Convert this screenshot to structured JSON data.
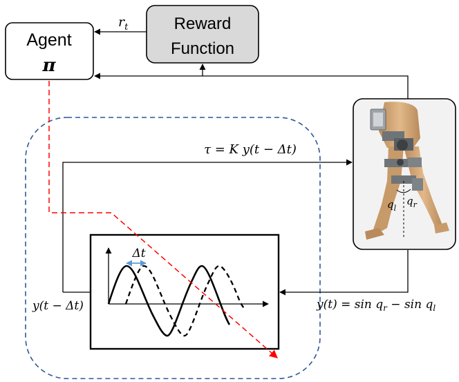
{
  "agent": {
    "label": "Agent",
    "symbol": "π"
  },
  "reward": {
    "line1": "Reward",
    "line2": "Function"
  },
  "signals": {
    "reward_signal": "r",
    "reward_subscript": "t",
    "torque_eq": "τ = K y(t − Δt)",
    "output_eq": "y(t) = sin q",
    "output_eq_mid": " − sin q",
    "output_sub_r": "r",
    "output_sub_l": "l",
    "delayed_label": "y(t − Δt)",
    "delay": "Δt",
    "q_left": "q",
    "q_left_sub": "l",
    "q_right": "q",
    "q_right_sub": "r"
  },
  "colors": {
    "reward_box_fill": "#d9d9d9",
    "dashed_region": "#2f5597",
    "policy_line": "#ff0000",
    "delay_arrow": "#5b9bd5",
    "exo_frame_bg": "#f2f2f2"
  }
}
